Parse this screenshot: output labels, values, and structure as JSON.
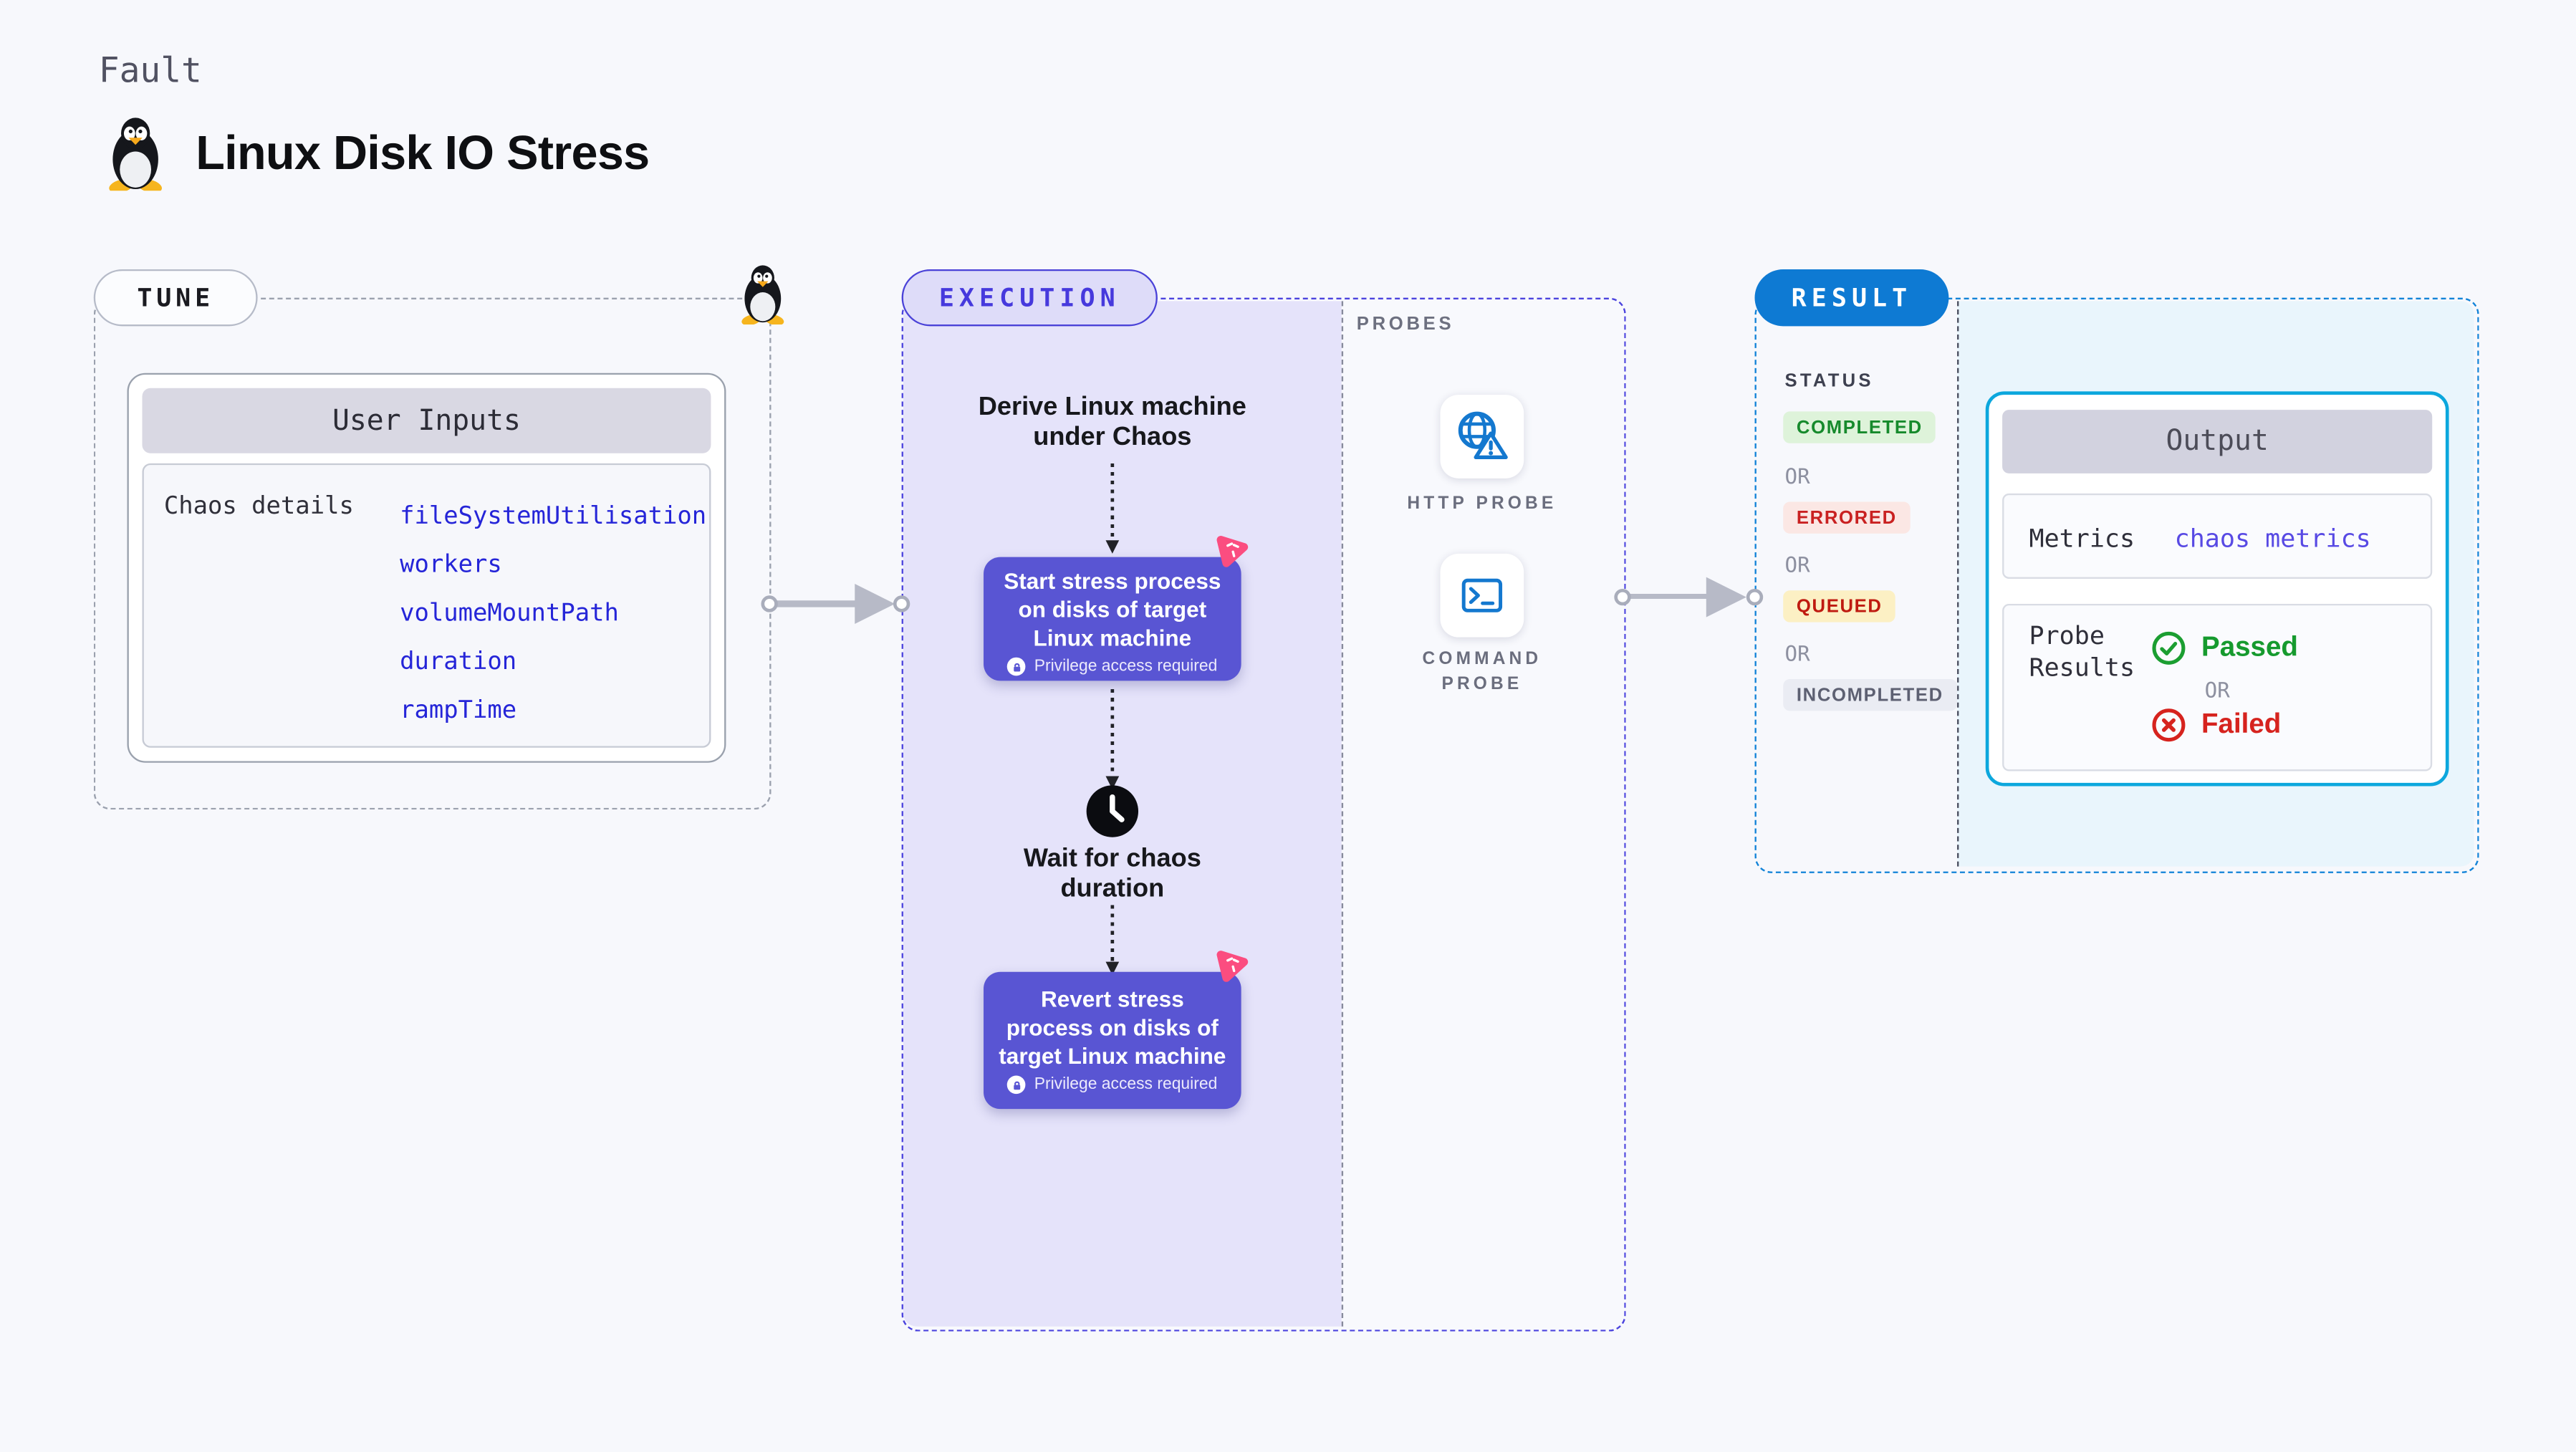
{
  "page": {
    "fault_label": "Fault",
    "title": "Linux Disk IO Stress"
  },
  "tune": {
    "label": "TUNE",
    "user_inputs": {
      "header": "User Inputs",
      "row_label": "Chaos details",
      "values": [
        "fileSystemUtilisation",
        "workers",
        "volumeMountPath",
        "duration",
        "rampTime"
      ],
      "value_color": "#2525d8"
    }
  },
  "execution": {
    "label": "EXECUTION",
    "derive_lines": [
      "Derive Linux machine",
      "under Chaos"
    ],
    "start_lines": [
      "Start stress process",
      "on disks of target",
      "Linux machine"
    ],
    "wait_lines": [
      "Wait for chaos",
      "duration"
    ],
    "revert_lines": [
      "Revert stress",
      "process on disks of",
      "target Linux machine"
    ],
    "privilege_label": "Privilege access required",
    "probes": {
      "label": "PROBES",
      "http": "HTTP PROBE",
      "command": "COMMAND PROBE"
    }
  },
  "result": {
    "label": "RESULT",
    "status_label": "STATUS",
    "or_label": "OR",
    "statuses": [
      {
        "text": "COMPLETED",
        "fg": "#168a2c",
        "bg": "#def3da"
      },
      {
        "text": "ERRORED",
        "fg": "#c92121",
        "bg": "#fbe7e4"
      },
      {
        "text": "QUEUED",
        "fg": "#bf1a10",
        "bg": "#fcf0c4"
      },
      {
        "text": "INCOMPLETED",
        "fg": "#5d6072",
        "bg": "#eaecf3"
      }
    ],
    "output": {
      "header": "Output",
      "metrics_label": "Metrics",
      "metrics_value": "chaos metrics",
      "metrics_value_color": "#584ae4",
      "probe_results_label": "Probe Results",
      "passed_label": "Passed",
      "failed_label": "Failed",
      "passed_color": "#169a2e",
      "failed_color": "#d6231e"
    }
  },
  "colors": {
    "execution_accent": "#4a42d8",
    "result_accent": "#0e7ad3",
    "probe_icon_blue": "#1478cf",
    "chaos_pink": "#fb4d80",
    "node_purple": "#5955d3"
  }
}
